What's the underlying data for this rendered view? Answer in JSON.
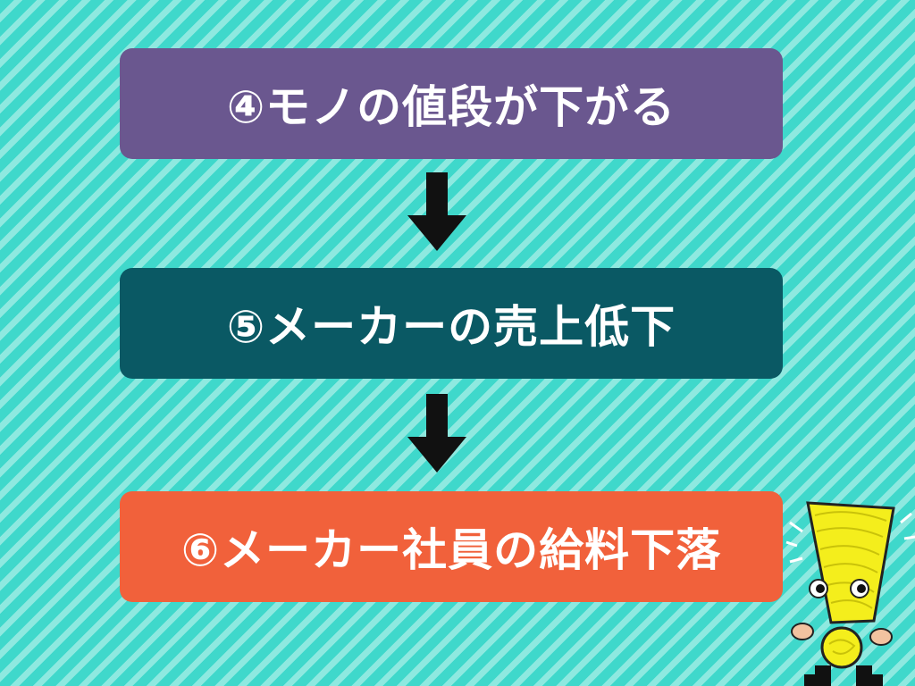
{
  "steps": [
    {
      "label": "④モノの値段が下がる",
      "color": "#6a578f"
    },
    {
      "label": "⑤メーカーの売上低下",
      "color": "#0a5964"
    },
    {
      "label": "⑥メーカー社員の給料下落",
      "color": "#f1613b"
    }
  ],
  "colors": {
    "background": "#37d3c6",
    "stripe": "#8ee9e0",
    "arrow": "#111111",
    "mascot": "#f4ee1c"
  },
  "icons": {
    "arrow": "arrow-down-icon",
    "mascot": "exclamation-mascot-icon"
  }
}
